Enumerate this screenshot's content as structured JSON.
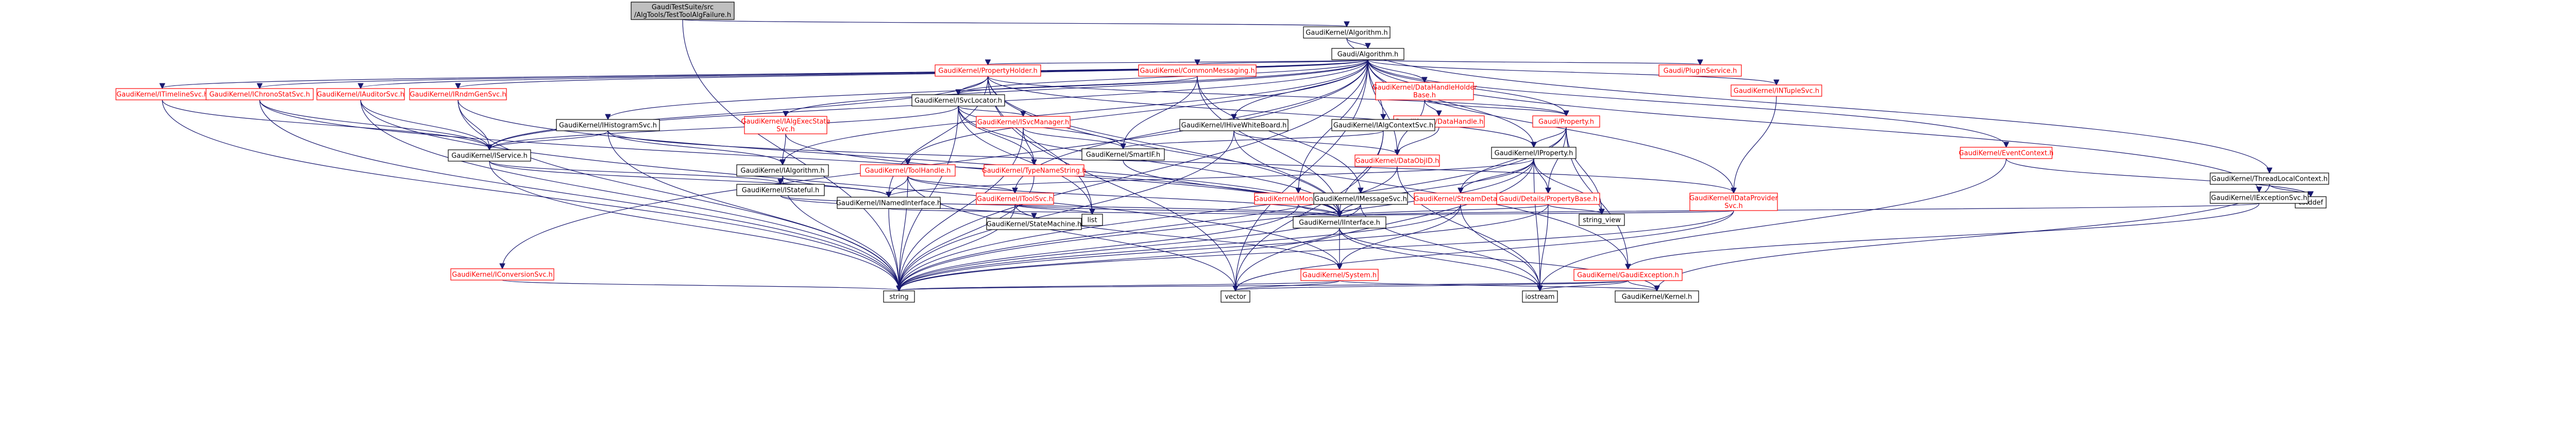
{
  "diagram": {
    "title": "",
    "nodes": [
      {
        "id": "root",
        "lines": [
          "GaudiTestSuite/src",
          "/AlgTools/TestToolAlgFailure.h"
        ],
        "style": "root"
      },
      {
        "id": "algorithm",
        "lines": [
          "GaudiKernel/Algorithm.h"
        ],
        "style": "normal"
      },
      {
        "id": "ialg",
        "lines": [
          "Gaudi/Algorithm.h"
        ],
        "style": "normal"
      },
      {
        "id": "tlc",
        "lines": [
          "GaudiKernel/ThreadLocalContext.h"
        ],
        "style": "normal"
      },
      {
        "id": "cstddef",
        "lines": [
          "cstddef"
        ],
        "style": "normal"
      },
      {
        "id": "prop_holder",
        "lines": [
          "GaudiKernel/PropertyHolder.h"
        ],
        "style": "red"
      },
      {
        "id": "common_msg",
        "lines": [
          "GaudiKernel/CommonMessaging.h"
        ],
        "style": "red"
      },
      {
        "id": "plugin_svc",
        "lines": [
          "Gaudi/PluginService.h"
        ],
        "style": "red"
      },
      {
        "id": "intuple",
        "lines": [
          "GaudiKernel/INTupleSvc.h"
        ],
        "style": "red"
      },
      {
        "id": "itimeline",
        "lines": [
          "GaudiKernel/ITimelineSvc.h"
        ],
        "style": "red"
      },
      {
        "id": "ichrono",
        "lines": [
          "GaudiKernel/IChronoStatSvc.h"
        ],
        "style": "red"
      },
      {
        "id": "iauditor",
        "lines": [
          "GaudiKernel/IAuditorSvc.h"
        ],
        "style": "red"
      },
      {
        "id": "irndm",
        "lines": [
          "GaudiKernel/IRndmGenSvc.h"
        ],
        "style": "red"
      },
      {
        "id": "ihisto",
        "lines": [
          "GaudiKernel/IHistogramSvc.h"
        ],
        "style": "normal"
      },
      {
        "id": "iwhiteboard",
        "lines": [
          "GaudiKernel/IHiveWhiteBoard.h"
        ],
        "style": "normal"
      },
      {
        "id": "datahandle_holder",
        "lines": [
          "GaudiKernel/DataHandleHolder",
          "Base.h"
        ],
        "style": "red"
      },
      {
        "id": "isvclocator",
        "lines": [
          "GaudiKernel/ISvcLocator.h"
        ],
        "style": "normal"
      },
      {
        "id": "iucstate",
        "lines": [
          "GaudiKernel/IAlgExecState",
          "Svc.h"
        ],
        "style": "red"
      },
      {
        "id": "iservice",
        "lines": [
          "GaudiKernel/IService.h"
        ],
        "style": "normal"
      },
      {
        "id": "isvcmanager",
        "lines": [
          "GaudiKernel/ISvcManager.h"
        ],
        "style": "red"
      },
      {
        "id": "datahandle",
        "lines": [
          "GaudiKernel/DataHandle.h"
        ],
        "style": "red"
      },
      {
        "id": "ialgcontext",
        "lines": [
          "GaudiKernel/IAlgContextSvc.h"
        ],
        "style": "normal"
      },
      {
        "id": "property_h",
        "lines": [
          "Gaudi/Property.h"
        ],
        "style": "red"
      },
      {
        "id": "eventcontext",
        "lines": [
          "GaudiKernel/EventContext.h"
        ],
        "style": "red"
      },
      {
        "id": "ialgorithm",
        "lines": [
          "GaudiKernel/IAlgorithm.h"
        ],
        "style": "normal"
      },
      {
        "id": "toolhandle",
        "lines": [
          "GaudiKernel/ToolHandle.h"
        ],
        "style": "red"
      },
      {
        "id": "typenamestring",
        "lines": [
          "GaudiKernel/TypeNameString.h"
        ],
        "style": "red"
      },
      {
        "id": "smartif",
        "lines": [
          "GaudiKernel/SmartIF.h"
        ],
        "style": "normal"
      },
      {
        "id": "dataobjid",
        "lines": [
          "GaudiKernel/DataObjID.h"
        ],
        "style": "red"
      },
      {
        "id": "iproperty",
        "lines": [
          "GaudiKernel/IProperty.h"
        ],
        "style": "normal"
      },
      {
        "id": "iexception",
        "lines": [
          "GaudiKernel/IExceptionSvc.h"
        ],
        "style": "normal"
      },
      {
        "id": "istateful",
        "lines": [
          "GaudiKernel/IStateful.h"
        ],
        "style": "normal"
      },
      {
        "id": "inamed",
        "lines": [
          "GaudiKernel/INamedInterface.h"
        ],
        "style": "normal"
      },
      {
        "id": "itoolsvc",
        "lines": [
          "GaudiKernel/IToolSvc.h"
        ],
        "style": "red"
      },
      {
        "id": "imonitor",
        "lines": [
          "GaudiKernel/IMonitorSvc.h"
        ],
        "style": "red"
      },
      {
        "id": "imessage",
        "lines": [
          "GaudiKernel/IMessageSvc.h"
        ],
        "style": "normal"
      },
      {
        "id": "ostream",
        "lines": [
          "GaudiKernel/StreamDetail.h"
        ],
        "style": "red"
      },
      {
        "id": "details_prop",
        "lines": [
          "Gaudi/Details/PropertyBase.h"
        ],
        "style": "red"
      },
      {
        "id": "dataprovider",
        "lines": [
          "GaudiKernel/IDataProvider",
          "Svc.h"
        ],
        "style": "red"
      },
      {
        "id": "statemachine",
        "lines": [
          "GaudiKernel/StateMachine.h"
        ],
        "style": "normal"
      },
      {
        "id": "list",
        "lines": [
          "list"
        ],
        "style": "normal"
      },
      {
        "id": "iinterface",
        "lines": [
          "GaudiKernel/IInterface.h"
        ],
        "style": "normal"
      },
      {
        "id": "string_view",
        "lines": [
          "string_view"
        ],
        "style": "normal"
      },
      {
        "id": "iconversion",
        "lines": [
          "GaudiKernel/IConversionSvc.h"
        ],
        "style": "red"
      },
      {
        "id": "system",
        "lines": [
          "GaudiKernel/System.h"
        ],
        "style": "red"
      },
      {
        "id": "gaudiexception",
        "lines": [
          "GaudiKernel/GaudiException.h"
        ],
        "style": "red"
      },
      {
        "id": "string",
        "lines": [
          "string"
        ],
        "style": "normal"
      },
      {
        "id": "vector",
        "lines": [
          "vector"
        ],
        "style": "normal"
      },
      {
        "id": "iostream",
        "lines": [
          "iostream"
        ],
        "style": "normal"
      },
      {
        "id": "kernel",
        "lines": [
          "GaudiKernel/Kernel.h"
        ],
        "style": "normal"
      }
    ],
    "edges": [
      [
        "root",
        "algorithm"
      ],
      [
        "root",
        "string"
      ],
      [
        "algorithm",
        "ialg"
      ],
      [
        "algorithm",
        "tlc"
      ],
      [
        "tlc",
        "cstddef"
      ],
      [
        "tlc",
        "kernel"
      ],
      [
        "ialg",
        "prop_holder"
      ],
      [
        "ialg",
        "common_msg"
      ],
      [
        "ialg",
        "plugin_svc"
      ],
      [
        "ialg",
        "intuple"
      ],
      [
        "ialg",
        "itimeline"
      ],
      [
        "ialg",
        "ichrono"
      ],
      [
        "ialg",
        "iauditor"
      ],
      [
        "ialg",
        "irndm"
      ],
      [
        "ialg",
        "ihisto"
      ],
      [
        "ialg",
        "iwhiteboard"
      ],
      [
        "ialg",
        "datahandle_holder"
      ],
      [
        "ialg",
        "isvclocator"
      ],
      [
        "ialg",
        "iucstate"
      ],
      [
        "ialg",
        "iservice"
      ],
      [
        "ialg",
        "ialgcontext"
      ],
      [
        "ialg",
        "property_h"
      ],
      [
        "ialg",
        "eventcontext"
      ],
      [
        "ialg",
        "ialgorithm"
      ],
      [
        "ialg",
        "toolhandle"
      ],
      [
        "ialg",
        "dataobjid"
      ],
      [
        "ialg",
        "iproperty"
      ],
      [
        "ialg",
        "iexception"
      ],
      [
        "ialg",
        "imonitor"
      ],
      [
        "ialg",
        "dataprovider"
      ],
      [
        "ialg",
        "iconversion"
      ],
      [
        "ialg",
        "string"
      ],
      [
        "ialg",
        "vector"
      ],
      [
        "ialg",
        "itoolsvc"
      ],
      [
        "prop_holder",
        "isvclocator"
      ],
      [
        "prop_holder",
        "iproperty"
      ],
      [
        "prop_holder",
        "property_h"
      ],
      [
        "prop_holder",
        "inamed"
      ],
      [
        "prop_holder",
        "iinterface"
      ],
      [
        "prop_holder",
        "list"
      ],
      [
        "prop_holder",
        "vector"
      ],
      [
        "prop_holder",
        "gaudiexception"
      ],
      [
        "prop_holder",
        "iservice"
      ],
      [
        "common_msg",
        "isvclocator"
      ],
      [
        "common_msg",
        "imessage"
      ],
      [
        "common_msg",
        "smartif"
      ],
      [
        "common_msg",
        "iinterface"
      ],
      [
        "intuple",
        "dataprovider"
      ],
      [
        "itimeline",
        "iservice"
      ],
      [
        "itimeline",
        "string"
      ],
      [
        "ichrono",
        "iservice"
      ],
      [
        "ichrono",
        "string"
      ],
      [
        "ichrono",
        "iinterface"
      ],
      [
        "iauditor",
        "iservice"
      ],
      [
        "iauditor",
        "string"
      ],
      [
        "iauditor",
        "system"
      ],
      [
        "irndm",
        "iservice"
      ],
      [
        "irndm",
        "string"
      ],
      [
        "irndm",
        "iinterface"
      ],
      [
        "ihisto",
        "iservice"
      ],
      [
        "ihisto",
        "dataprovider"
      ],
      [
        "ihisto",
        "string"
      ],
      [
        "ihisto",
        "ialgorithm"
      ],
      [
        "iwhiteboard",
        "dataobjid"
      ],
      [
        "iwhiteboard",
        "iinterface"
      ],
      [
        "iwhiteboard",
        "string"
      ],
      [
        "datahandle_holder",
        "datahandle"
      ],
      [
        "datahandle_holder",
        "property_h"
      ],
      [
        "datahandle_holder",
        "dataobjid"
      ],
      [
        "isvclocator",
        "isvcmanager"
      ],
      [
        "isvclocator",
        "typenamestring"
      ],
      [
        "isvclocator",
        "smartif"
      ],
      [
        "isvclocator",
        "iservice"
      ],
      [
        "isvclocator",
        "iinterface"
      ],
      [
        "isvclocator",
        "string"
      ],
      [
        "isvclocator",
        "list"
      ],
      [
        "iucstate",
        "ialgorithm"
      ],
      [
        "iucstate",
        "iinterface"
      ],
      [
        "iservice",
        "inamed"
      ],
      [
        "iservice",
        "istateful"
      ],
      [
        "iservice",
        "string"
      ],
      [
        "isvcmanager",
        "smartif"
      ],
      [
        "isvcmanager",
        "typenamestring"
      ],
      [
        "isvcmanager",
        "string"
      ],
      [
        "datahandle",
        "dataobjid"
      ],
      [
        "ialgcontext",
        "smartif"
      ],
      [
        "ialgcontext",
        "iinterface"
      ],
      [
        "ialgcontext",
        "vector"
      ],
      [
        "property_h",
        "iproperty"
      ],
      [
        "property_h",
        "details_prop"
      ],
      [
        "property_h",
        "ostream"
      ],
      [
        "property_h",
        "string_view"
      ],
      [
        "property_h",
        "gaudiexception"
      ],
      [
        "property_h",
        "string"
      ],
      [
        "eventcontext",
        "cstddef"
      ],
      [
        "eventcontext",
        "iostream"
      ],
      [
        "ialgorithm",
        "inamed"
      ],
      [
        "ialgorithm",
        "istateful"
      ],
      [
        "ialgorithm",
        "string"
      ],
      [
        "toolhandle",
        "itoolsvc"
      ],
      [
        "toolhandle",
        "inamed"
      ],
      [
        "toolhandle",
        "iinterface"
      ],
      [
        "toolhandle",
        "string"
      ],
      [
        "toolhandle",
        "vector"
      ],
      [
        "typenamestring",
        "string"
      ],
      [
        "smartif",
        "iinterface"
      ],
      [
        "dataobjid",
        "string"
      ],
      [
        "dataobjid",
        "iostream"
      ],
      [
        "iproperty",
        "inamed"
      ],
      [
        "iproperty",
        "iinterface"
      ],
      [
        "iproperty",
        "ostream"
      ],
      [
        "iproperty",
        "details_prop"
      ],
      [
        "iproperty",
        "string_view"
      ],
      [
        "iproperty",
        "string"
      ],
      [
        "iproperty",
        "vector"
      ],
      [
        "iproperty",
        "iostream"
      ],
      [
        "iexception",
        "iinterface"
      ],
      [
        "iexception",
        "gaudiexception"
      ],
      [
        "istateful",
        "statemachine"
      ],
      [
        "istateful",
        "iinterface"
      ],
      [
        "inamed",
        "iinterface"
      ],
      [
        "inamed",
        "string"
      ],
      [
        "itoolsvc",
        "iinterface"
      ],
      [
        "itoolsvc",
        "list"
      ],
      [
        "itoolsvc",
        "string"
      ],
      [
        "itoolsvc",
        "system"
      ],
      [
        "imonitor",
        "iinterface"
      ],
      [
        "imonitor",
        "string"
      ],
      [
        "imessage",
        "iinterface"
      ],
      [
        "imessage",
        "string"
      ],
      [
        "imessage",
        "iostream"
      ],
      [
        "ostream",
        "iostream"
      ],
      [
        "ostream",
        "string"
      ],
      [
        "ostream",
        "system"
      ],
      [
        "details_prop",
        "iinterface"
      ],
      [
        "details_prop",
        "string_view"
      ],
      [
        "details_prop",
        "string"
      ],
      [
        "details_prop",
        "iostream"
      ],
      [
        "dataprovider",
        "iinterface"
      ],
      [
        "dataprovider",
        "string"
      ],
      [
        "dataprovider",
        "vector"
      ],
      [
        "iinterface",
        "system"
      ],
      [
        "iinterface",
        "kernel"
      ],
      [
        "iinterface",
        "string"
      ],
      [
        "iinterface",
        "iostream"
      ],
      [
        "system",
        "kernel"
      ],
      [
        "system",
        "string"
      ],
      [
        "system",
        "vector"
      ],
      [
        "gaudiexception",
        "kernel"
      ],
      [
        "gaudiexception",
        "string"
      ],
      [
        "gaudiexception",
        "vector"
      ],
      [
        "gaudiexception",
        "iostream"
      ],
      [
        "iconversion",
        "string"
      ]
    ]
  }
}
